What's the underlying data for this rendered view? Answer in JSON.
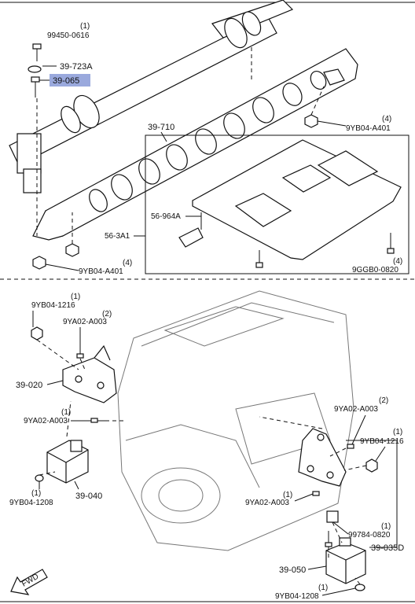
{
  "colors": {
    "highlight": "#9aa9dd",
    "ink": "#111111",
    "engine": "#777777"
  },
  "top_section": {
    "labels": {
      "bolt_top": "99450-0616",
      "bolt_top_qty": "(1)",
      "washer": "39-723A",
      "bolt_highlight": "39-065",
      "crossmember": "39-710",
      "nut_right": "9YB04-A401",
      "nut_right_qty": "(4)",
      "bracket": "56-964A",
      "brace": "56-3A1",
      "nut_bottom": "9YB04-A401",
      "nut_bottom_qty": "(4)",
      "bolt_brace": "9GGB0-0820",
      "bolt_brace_qty": "(4)"
    }
  },
  "bottom_section": {
    "labels": {
      "nut_1216_left": "9YB04-1216",
      "nut_1216_left_qty": "(1)",
      "bolt_a003_top": "9YA02-A003",
      "bolt_a003_top_qty": "(2)",
      "mount_left": "39-020",
      "bolt_a003_left": "9YA02-A003",
      "bolt_a003_left_qty": "(1)",
      "rubber_left": "39-040",
      "nut_1208_left": "9YB04-1208",
      "nut_1208_left_qty": "(1)",
      "bolt_a003_right": "9YA02-A003",
      "bolt_a003_right_qty": "(2)",
      "nut_1216_right": "9YB04-1216",
      "nut_1216_right_qty": "(1)",
      "bolt_a003_mid": "9YA02-A003",
      "bolt_a003_mid_qty": "(1)",
      "bolt_0820": "99784-0820",
      "bolt_0820_qty": "(1)",
      "mount_right": "39-035D",
      "rubber_right": "39-050",
      "nut_1208_right": "9YB04-1208",
      "nut_1208_right_qty": "(1)",
      "fwd": "FWD"
    }
  }
}
